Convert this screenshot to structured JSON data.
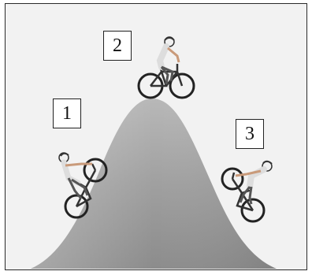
{
  "labels": {
    "position_1": "1",
    "position_2": "2",
    "position_3": "3"
  },
  "icons": {
    "hill": "hill-icon",
    "cyclist": "cyclist-icon",
    "bicycle": "bicycle-icon"
  },
  "colors": {
    "frame": "#2a2a2a",
    "hill_light": "#dcdcdc",
    "hill_dark": "#8a8a8a",
    "background": "#f2f2f2"
  }
}
